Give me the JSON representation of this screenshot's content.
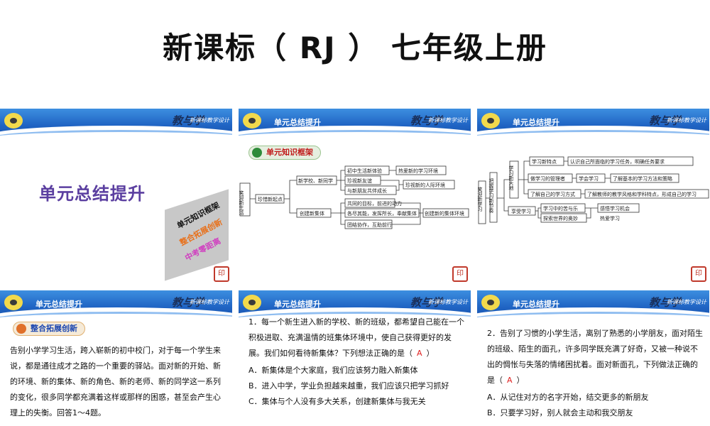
{
  "main_title": "新课标（ RJ ）   七年级上册",
  "brand": {
    "name": "教与学",
    "sub": "新课标教学设计"
  },
  "header_label": "单元总结提升",
  "slide1": {
    "title": "单元总结提升",
    "menu": [
      "单元知识框架",
      "整合拓展创新",
      "中考零距离"
    ]
  },
  "slide2": {
    "tag": "单元知识框架",
    "root": "笑迎新生活",
    "mid1": "珍惜新起点",
    "mid2a": "新学校、新同学",
    "mid2b": "创建新集体",
    "n1": "初中生活新体验",
    "n2": "珍视新友谊",
    "n3": "与新朋友共伴成长",
    "n4": "共同的目标，前进的动力",
    "n5": "各尽其能，发挥所长，奉献集体",
    "n6": "团结协作，互助前行",
    "r1": "热爱新的学习环境",
    "r2": "珍视新的人际环境",
    "r3": "创建新的集体环境"
  },
  "slide3": {
    "root": "笑迎新学习",
    "mid1": "把握学习新节奏",
    "a1": "学习新天地",
    "a2": "享受学习",
    "b1": "学习新特点",
    "b2": "做学习的管理者",
    "b3": "了解自己的学习方式",
    "b4": "学习中的苦与乐",
    "b5": "探索世界的奥妙",
    "c1": "认识自己所面临的学习任务，明确任务要求",
    "c2": "学会学习",
    "c3": "了解基本的学习方法和策略",
    "c4": "了解教师的教学风格和学科特点，形成自己的学习",
    "c5": "感悟学习机会",
    "c6": "热爱学习"
  },
  "slide4": {
    "tag": "整合拓展创新",
    "text": "告别小学学习生活，跨入崭新的初中校门，对于每一个学生来说，都是通往成才之路的一个重要的驿站。面对新的开始、新的环境、新的集体、新的角色、新的老师、新的同学这一系列的变化，很多同学都充满着这样或那样的困惑，甚至会产生心理上的失衡。回答1～4题。"
  },
  "slide5": {
    "question": "1．每一个新生进入新的学校、新的班级，都希望自己能在一个积极进取、充满温情的班集体环境中，使自己获得更好的发展。我们如何看待新集体？下列想法正确的是（",
    "answer": "A",
    "close": "）",
    "opt_a": "A．新集体是个大家庭，我们应该努力融入新集体",
    "opt_b": "B．进入中学，学业负担越来越重，我们应该只把学习抓好",
    "opt_c": "C．集体与个人没有多大关系，创建新集体与我无关"
  },
  "slide6": {
    "question": "2．告别了习惯的小学生活，离别了熟悉的小学朋友，面对陌生的班级、陌生的面孔，许多同学既充满了好奇，又被一种说不出的惆怅与失落的情绪困扰着。面对新面孔，下列做法正确的是（",
    "answer": "A",
    "close": "）",
    "opt_a": "A．从记住对方的名字开始，结交更多的新朋友",
    "opt_b": "B．只要学习好，别人就会主动和我交朋友"
  },
  "colors": {
    "header_blue": "#1f63c3",
    "tag_green": "#2e8b3a",
    "tag_orange": "#e0702a",
    "answer_red": "#e02020"
  }
}
